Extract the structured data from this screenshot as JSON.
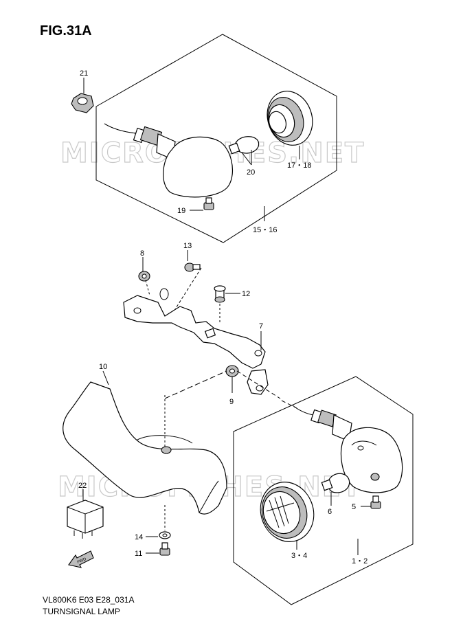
{
  "figure": {
    "title": "FIG.31A",
    "code": "VL800K6 E03 E28_031A",
    "description": "TURNSIGNAL LAMP",
    "watermark": "MICROFICHES.NET"
  },
  "callouts": [
    {
      "id": "c21",
      "text": "21"
    },
    {
      "id": "c20",
      "text": "20"
    },
    {
      "id": "c1718",
      "text": "17・18"
    },
    {
      "id": "c19",
      "text": "19"
    },
    {
      "id": "c1516",
      "text": "15・16"
    },
    {
      "id": "c8",
      "text": "8"
    },
    {
      "id": "c13",
      "text": "13"
    },
    {
      "id": "c12",
      "text": "12"
    },
    {
      "id": "c7",
      "text": "7"
    },
    {
      "id": "c10",
      "text": "10"
    },
    {
      "id": "c9",
      "text": "9"
    },
    {
      "id": "c22",
      "text": "22"
    },
    {
      "id": "c6",
      "text": "6"
    },
    {
      "id": "c5",
      "text": "5"
    },
    {
      "id": "c14",
      "text": "14"
    },
    {
      "id": "c11",
      "text": "11"
    },
    {
      "id": "c34",
      "text": "3・4"
    },
    {
      "id": "c12b",
      "text": "1・2"
    }
  ],
  "icons": {
    "fwd_arrow": "forward-direction-arrow-icon",
    "fwd_text": "FWD"
  }
}
